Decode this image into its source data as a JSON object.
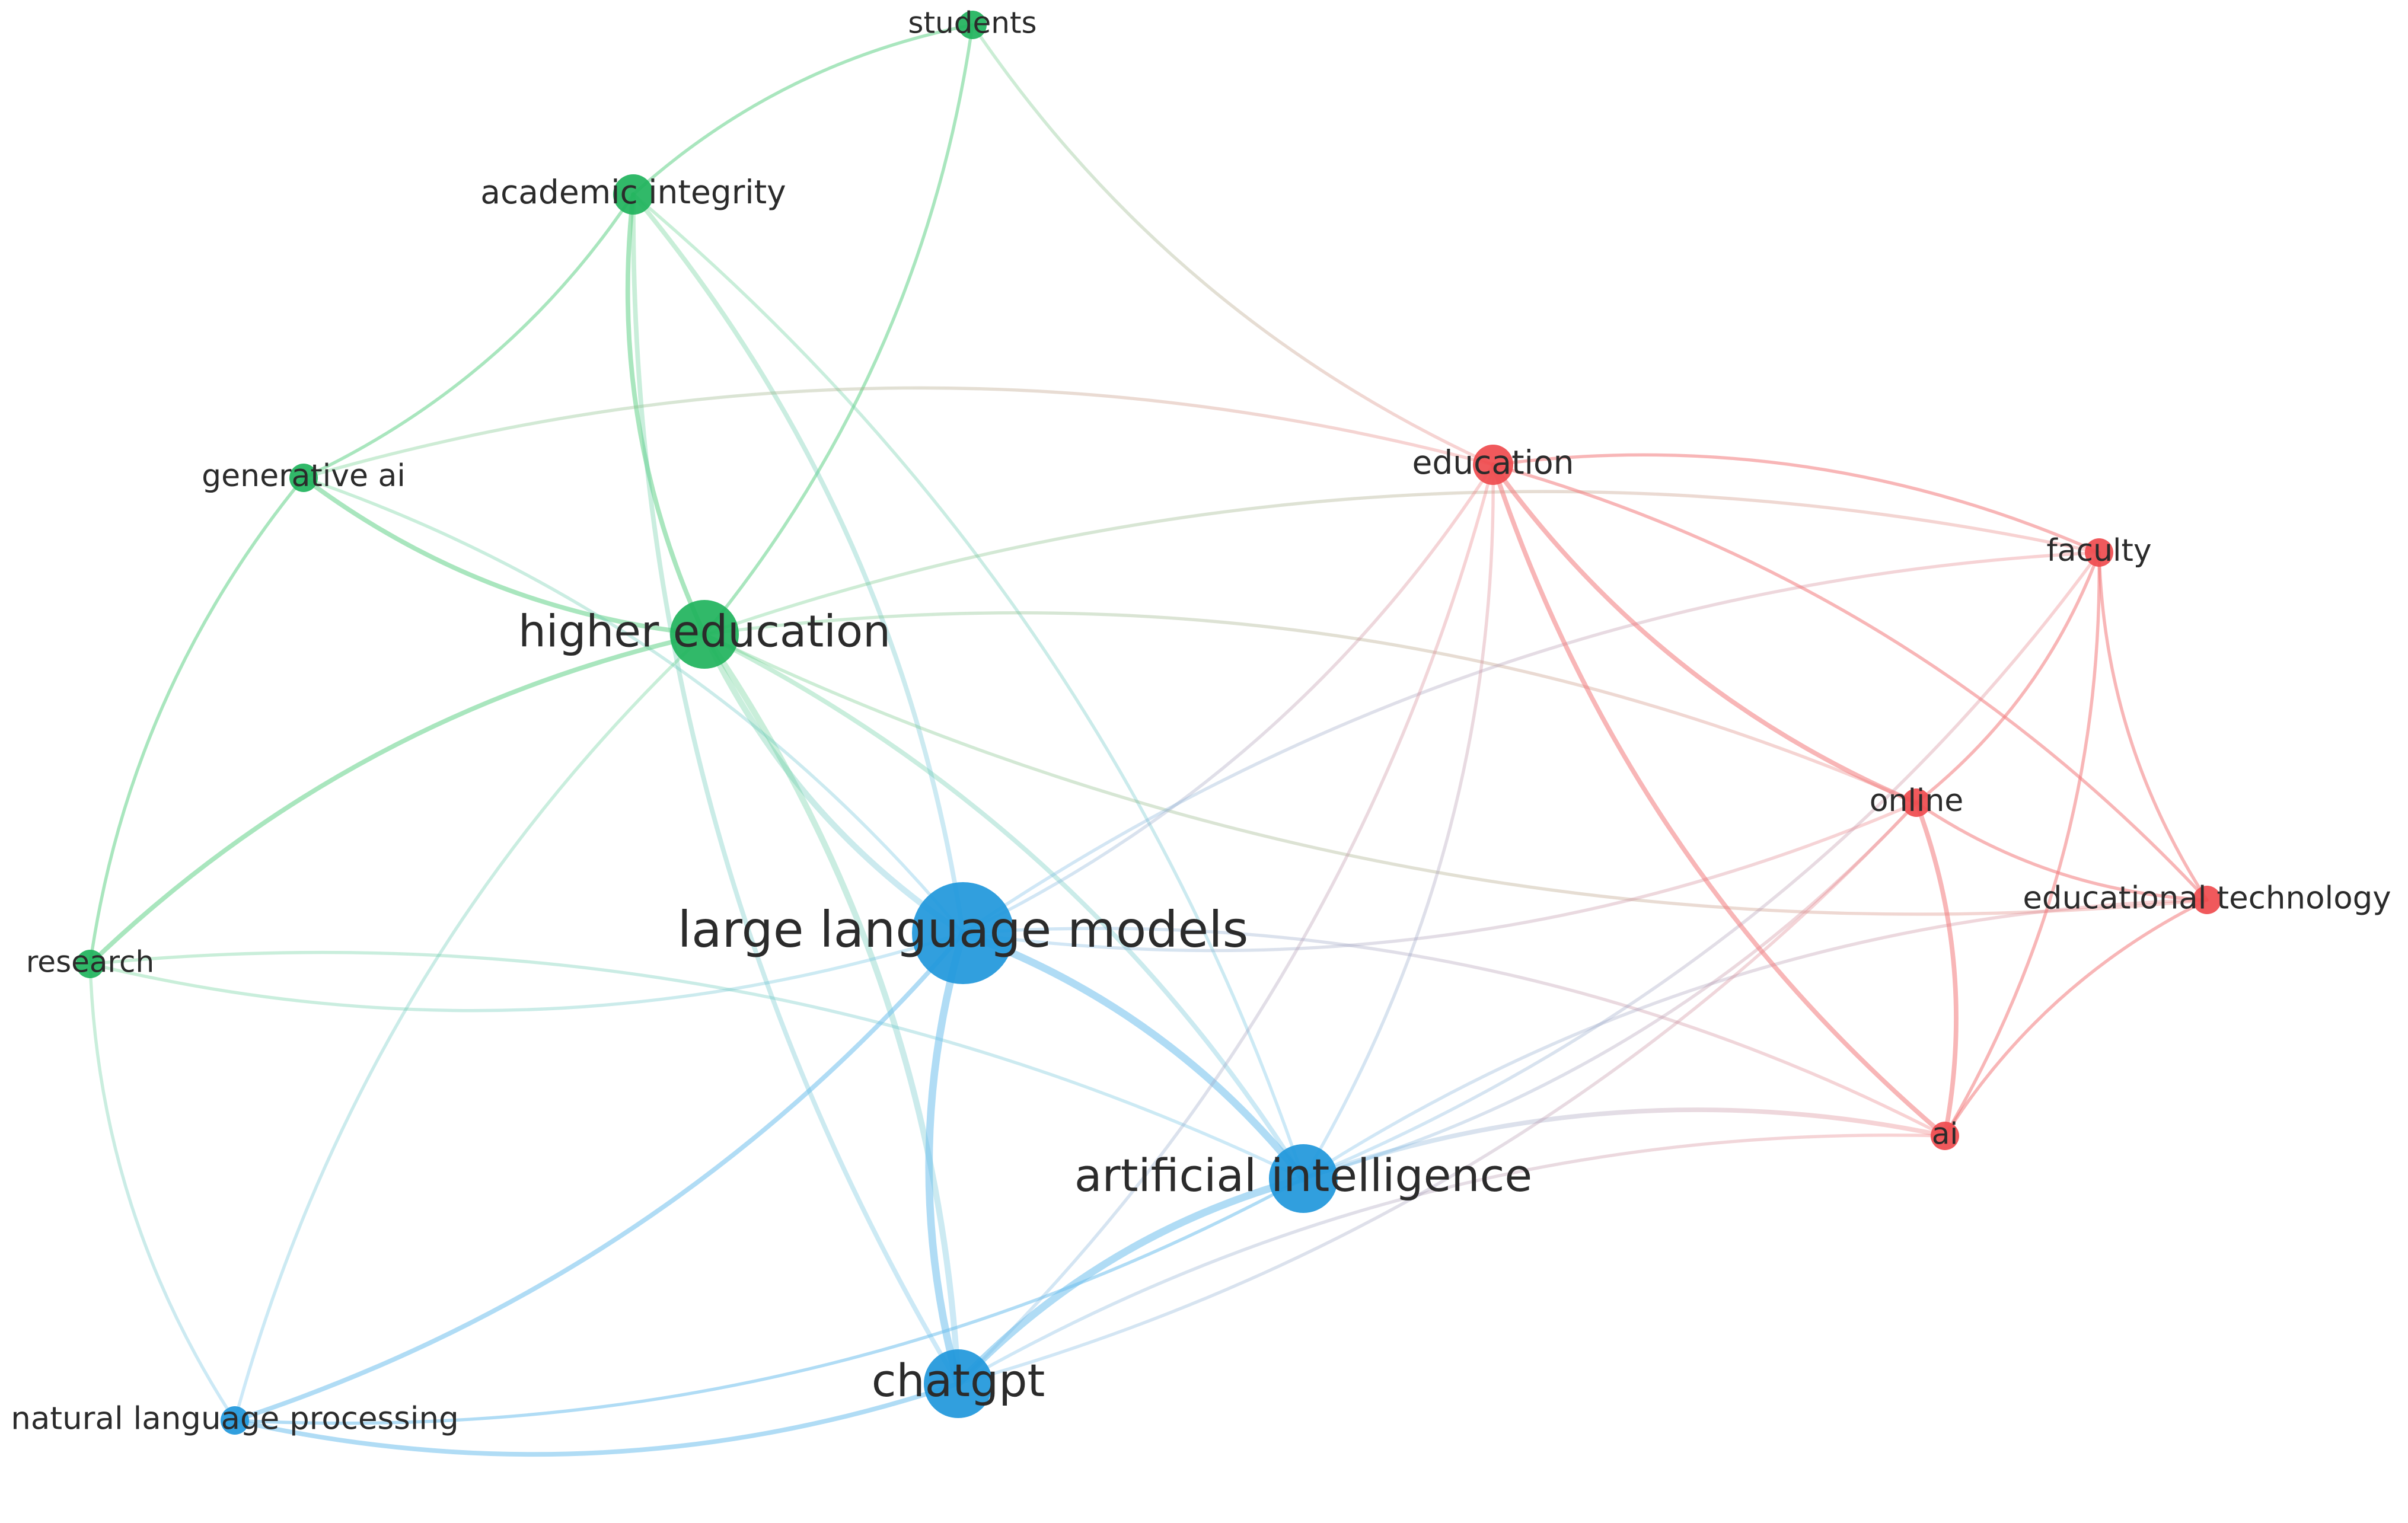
{
  "network": {
    "colors": {
      "green": "#1fb35c",
      "blue": "#1f97db",
      "red": "#ef4b4e",
      "green_edge": "#62d188",
      "blue_edge": "#6fbfed",
      "red_edge": "#f27a7c",
      "label": "#2b2b2b"
    },
    "nodes": [
      {
        "id": "students",
        "label": "students",
        "cluster": "green",
        "weight": 1
      },
      {
        "id": "academic-integrity",
        "label": "academic integrity",
        "cluster": "green",
        "weight": 2
      },
      {
        "id": "generative-ai",
        "label": "generative ai",
        "cluster": "green",
        "weight": 1
      },
      {
        "id": "higher-education",
        "label": "higher education",
        "cluster": "green",
        "weight": 4
      },
      {
        "id": "research",
        "label": "research",
        "cluster": "green",
        "weight": 1
      },
      {
        "id": "large-language-models",
        "label": "large language models",
        "cluster": "blue",
        "weight": 6
      },
      {
        "id": "artificial-intelligence",
        "label": "artificial intelligence",
        "cluster": "blue",
        "weight": 4
      },
      {
        "id": "chatgpt",
        "label": "chatgpt",
        "cluster": "blue",
        "weight": 4
      },
      {
        "id": "natural-language-processing",
        "label": "natural language processing",
        "cluster": "blue",
        "weight": 1
      },
      {
        "id": "education",
        "label": "education",
        "cluster": "red",
        "weight": 2
      },
      {
        "id": "faculty",
        "label": "faculty",
        "cluster": "red",
        "weight": 1
      },
      {
        "id": "online",
        "label": "online",
        "cluster": "red",
        "weight": 1
      },
      {
        "id": "educational-technology",
        "label": "educational technology",
        "cluster": "red",
        "weight": 1
      },
      {
        "id": "ai",
        "label": "ai",
        "cluster": "red",
        "weight": 1
      }
    ],
    "edges": [
      {
        "source": "students",
        "target": "academic-integrity",
        "strength": 1
      },
      {
        "source": "students",
        "target": "higher-education",
        "strength": 1
      },
      {
        "source": "students",
        "target": "education",
        "strength": 1
      },
      {
        "source": "academic-integrity",
        "target": "generative-ai",
        "strength": 1
      },
      {
        "source": "academic-integrity",
        "target": "higher-education",
        "strength": 2
      },
      {
        "source": "academic-integrity",
        "target": "large-language-models",
        "strength": 2
      },
      {
        "source": "academic-integrity",
        "target": "chatgpt",
        "strength": 2
      },
      {
        "source": "academic-integrity",
        "target": "artificial-intelligence",
        "strength": 1
      },
      {
        "source": "generative-ai",
        "target": "higher-education",
        "strength": 2
      },
      {
        "source": "generative-ai",
        "target": "large-language-models",
        "strength": 1
      },
      {
        "source": "generative-ai",
        "target": "research",
        "strength": 1
      },
      {
        "source": "generative-ai",
        "target": "education",
        "strength": 1
      },
      {
        "source": "higher-education",
        "target": "large-language-models",
        "strength": 3
      },
      {
        "source": "higher-education",
        "target": "chatgpt",
        "strength": 3
      },
      {
        "source": "higher-education",
        "target": "research",
        "strength": 2
      },
      {
        "source": "higher-education",
        "target": "artificial-intelligence",
        "strength": 2
      },
      {
        "source": "higher-education",
        "target": "natural-language-processing",
        "strength": 1
      },
      {
        "source": "higher-education",
        "target": "faculty",
        "strength": 1
      },
      {
        "source": "higher-education",
        "target": "educational-technology",
        "strength": 1
      },
      {
        "source": "higher-education",
        "target": "online",
        "strength": 1
      },
      {
        "source": "research",
        "target": "large-language-models",
        "strength": 1
      },
      {
        "source": "research",
        "target": "artificial-intelligence",
        "strength": 1
      },
      {
        "source": "research",
        "target": "natural-language-processing",
        "strength": 1
      },
      {
        "source": "large-language-models",
        "target": "artificial-intelligence",
        "strength": 4
      },
      {
        "source": "large-language-models",
        "target": "chatgpt",
        "strength": 4
      },
      {
        "source": "large-language-models",
        "target": "natural-language-processing",
        "strength": 2
      },
      {
        "source": "large-language-models",
        "target": "education",
        "strength": 1
      },
      {
        "source": "large-language-models",
        "target": "faculty",
        "strength": 1
      },
      {
        "source": "large-language-models",
        "target": "online",
        "strength": 1
      },
      {
        "source": "large-language-models",
        "target": "ai",
        "strength": 1
      },
      {
        "source": "artificial-intelligence",
        "target": "chatgpt",
        "strength": 4
      },
      {
        "source": "artificial-intelligence",
        "target": "natural-language-processing",
        "strength": 1
      },
      {
        "source": "artificial-intelligence",
        "target": "education",
        "strength": 1
      },
      {
        "source": "artificial-intelligence",
        "target": "ai",
        "strength": 2
      },
      {
        "source": "artificial-intelligence",
        "target": "online",
        "strength": 1
      },
      {
        "source": "artificial-intelligence",
        "target": "educational-technology",
        "strength": 1
      },
      {
        "source": "artificial-intelligence",
        "target": "faculty",
        "strength": 1
      },
      {
        "source": "chatgpt",
        "target": "natural-language-processing",
        "strength": 2
      },
      {
        "source": "chatgpt",
        "target": "education",
        "strength": 1
      },
      {
        "source": "chatgpt",
        "target": "ai",
        "strength": 1
      },
      {
        "source": "chatgpt",
        "target": "online",
        "strength": 1
      },
      {
        "source": "education",
        "target": "faculty",
        "strength": 1
      },
      {
        "source": "education",
        "target": "online",
        "strength": 2
      },
      {
        "source": "education",
        "target": "educational-technology",
        "strength": 1
      },
      {
        "source": "education",
        "target": "ai",
        "strength": 2
      },
      {
        "source": "faculty",
        "target": "online",
        "strength": 1
      },
      {
        "source": "faculty",
        "target": "educational-technology",
        "strength": 1
      },
      {
        "source": "faculty",
        "target": "ai",
        "strength": 1
      },
      {
        "source": "online",
        "target": "educational-technology",
        "strength": 1
      },
      {
        "source": "online",
        "target": "ai",
        "strength": 2
      },
      {
        "source": "educational-technology",
        "target": "ai",
        "strength": 1
      }
    ]
  }
}
